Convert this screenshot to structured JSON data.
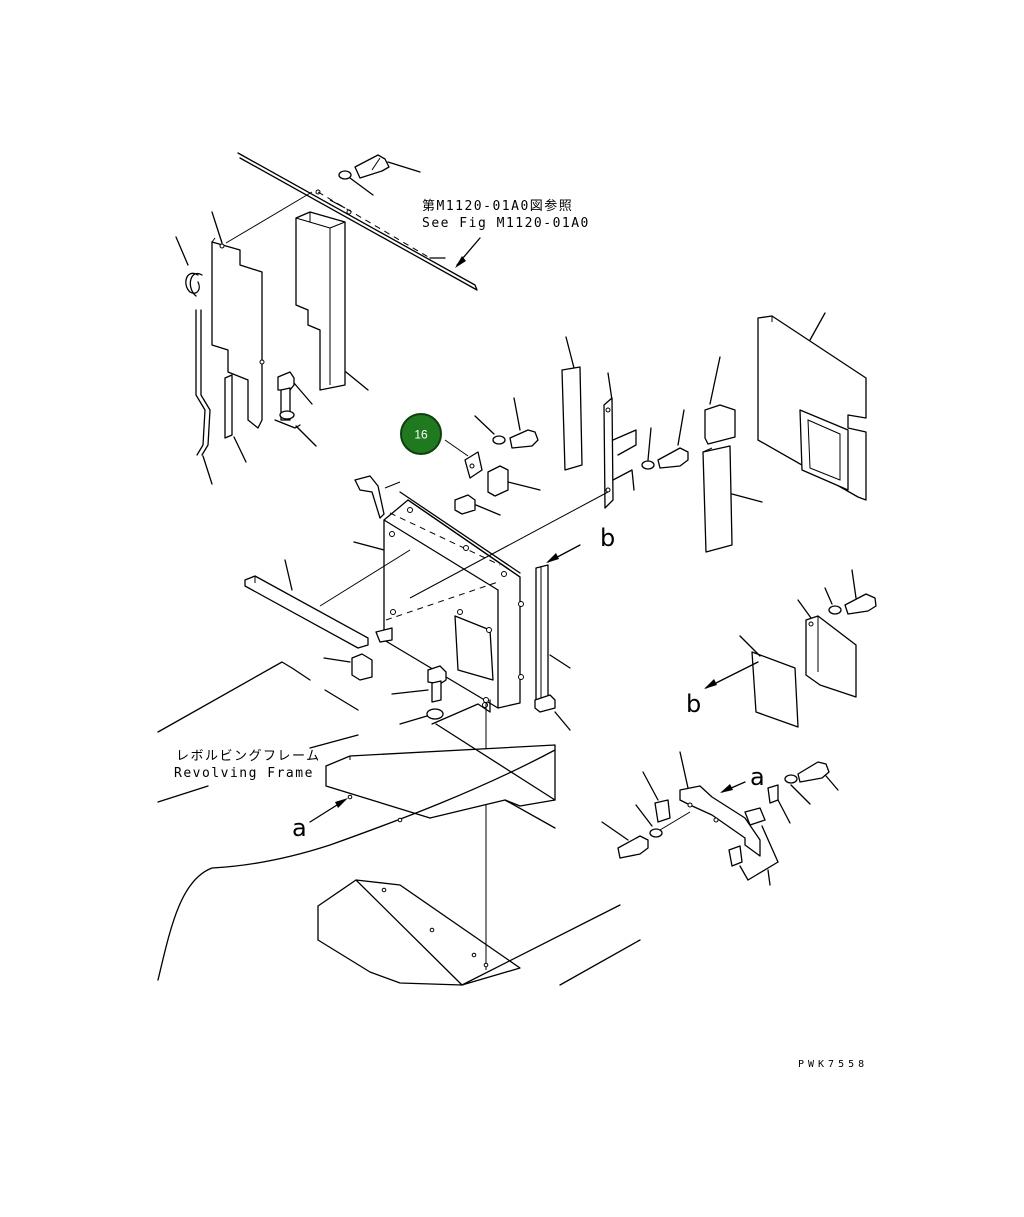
{
  "diagram": {
    "callout_badge": {
      "number": "16",
      "color": "#1f7a1f"
    },
    "reference_note": {
      "japanese": "第M1120-01A0図参照",
      "english": "See Fig M1120-01A0"
    },
    "frame_label": {
      "japanese": "レボルビングフレーム",
      "english": "Revolving Frame"
    },
    "view_letters": {
      "a_top": "a",
      "a_left": "a",
      "b_top": "b",
      "b_right": "b"
    },
    "drawing_code": "PWK7558"
  }
}
